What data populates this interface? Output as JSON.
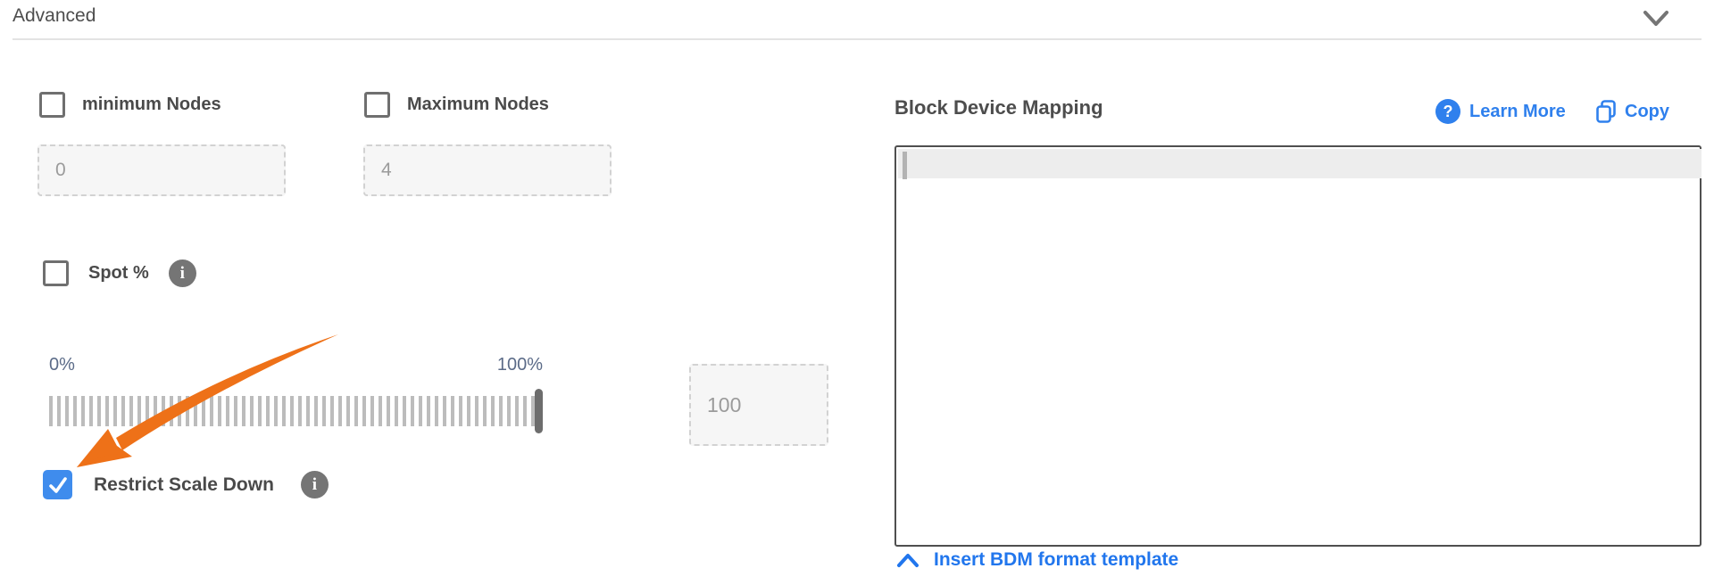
{
  "header": {
    "title": "Advanced"
  },
  "scaling": {
    "min_nodes": {
      "label": "minimum Nodes",
      "value": "0",
      "checked": false
    },
    "max_nodes": {
      "label": "Maximum Nodes",
      "value": "4",
      "checked": false
    },
    "spot_percentage": {
      "label": "Spot %",
      "checked": false,
      "info_glyph": "i"
    },
    "slider": {
      "min_label": "0%",
      "max_label": "100%",
      "value": "100"
    },
    "restrict_scale_down": {
      "label": "Restrict Scale Down",
      "checked": true,
      "info_glyph": "i"
    }
  },
  "block_device_mapping": {
    "title": "Block Device Mapping",
    "learn_more_label": "Learn More",
    "help_glyph": "?",
    "copy_label": "Copy",
    "editor_content": "",
    "insert_template_label": "Insert BDM format template"
  },
  "colors": {
    "link_blue": "#2f80ed",
    "checkbox_checked_blue": "#3f8ced",
    "arrow_orange": "#ee7118",
    "label_gray": "#4a4a4a",
    "slider_label_slate": "#5b6b88"
  }
}
